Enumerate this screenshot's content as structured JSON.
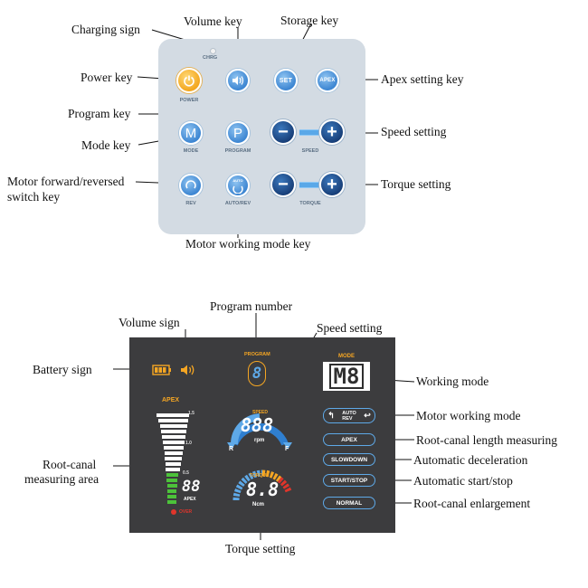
{
  "keypad": {
    "callouts": {
      "charging_sign": "Charging sign",
      "volume_key": "Volume key",
      "storage_key": "Storage key",
      "power_key": "Power key",
      "apex_setting_key": "Apex setting key",
      "program_key": "Program key",
      "speed_setting": "Speed setting",
      "mode_key": "Mode key",
      "motor_switch_key_line1": "Motor forward/reversed",
      "motor_switch_key_line2": "switch key",
      "torque_setting": "Torque setting",
      "motor_working_mode_key": "Motor working mode key"
    },
    "panel_labels": {
      "chrg": "CHRG",
      "power": "POWER",
      "mode": "MODE",
      "program": "PROGRAM",
      "speed": "SPEED",
      "rev": "REV",
      "auto_rev": "AUTO/REV",
      "torque": "TORQUE"
    },
    "key_caps": {
      "set": "SET",
      "apex": "APEX",
      "mode_letter": "M",
      "program_letter": "P",
      "minus": "−",
      "plus": "+",
      "auto": "AUTO"
    }
  },
  "display": {
    "callouts": {
      "program_number": "Program number",
      "volume_sign": "Volume sign",
      "speed_setting": "Speed setting",
      "battery_sign": "Battery sign",
      "working_mode": "Working mode",
      "motor_working_mode": "Motor working mode",
      "root_canal_length_measuring": "Root-canal length measuring",
      "root_canal_measuring_area_line1": "Root-canal",
      "root_canal_measuring_area_line2": "measuring area",
      "automatic_deceleration": "Automatic deceleration",
      "automatic_start_stop": "Automatic start/stop",
      "root_canal_enlargement": "Root-canal enlargement",
      "torque_setting": "Torque setting"
    },
    "lcd": {
      "program_label": "PROGRAM",
      "program_digit": "8",
      "mode_label": "MODE",
      "mode_value": "M8",
      "apex_title": "APEX",
      "scale_labels": [
        "1.5",
        "1.0",
        "0.5"
      ],
      "apex_digits": "88",
      "apex_small": "APEX",
      "over_label": "OVER",
      "speed_label": "SPEED",
      "speed_digits": "888",
      "speed_unit": "rpm",
      "speed_r": "R",
      "speed_f": "F",
      "torque_label": "TORQUE",
      "torque_digits": "8.8",
      "torque_unit": "Ncm",
      "auto_text": "AUTO",
      "rev_text": "REV",
      "apex_pill": "APEX",
      "slowdown_pill": "SLOWDOWN",
      "startstop_pill": "START/STOP",
      "normal_pill": "NORMAL"
    }
  },
  "colors": {
    "panel_bg": "#d3dbe3",
    "key_blue": "#3d86d2",
    "key_power": "#f3a71f",
    "key_dark": "#163c75",
    "lcd_bg": "#3c3c3e",
    "lcd_blue": "#5ea9e8",
    "lcd_orange": "#f5a623",
    "lcd_green": "#4cc23a",
    "lcd_red": "#e0352b"
  }
}
